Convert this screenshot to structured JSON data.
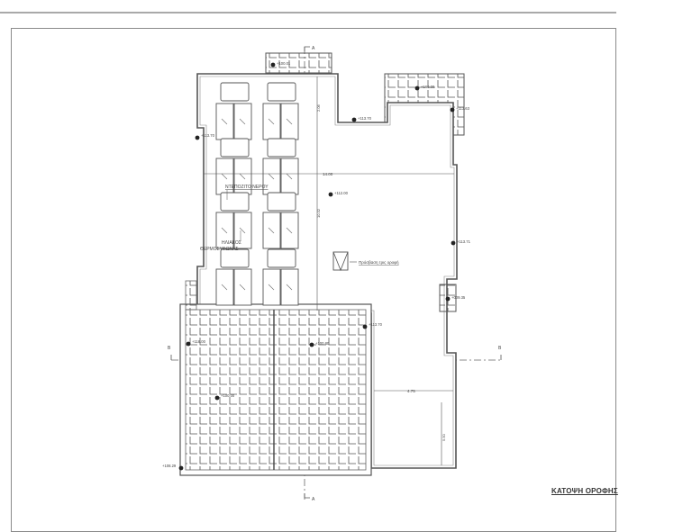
{
  "sheet": {
    "title": "ΚΑΤΟΨΗ ΟΡΟΦΗΣ"
  },
  "section_markers": {
    "a_top": "A",
    "a_bottom": "A",
    "b_left": "B",
    "b_right": "B"
  },
  "labels": {
    "water_tank": "ΝΤΕΠΟΖΙΤΟ ΝΕΡΟΥ",
    "solar_heater_line1": "ΗΛΙΑΚΟΣ",
    "solar_heater_line2": "ΘΕΡΜΟΣΥΦΩΝΑΣ",
    "roof_access": "Πρόσβαση τρις ορoφή"
  },
  "elevations": {
    "top_tile": "+100.01",
    "top_right_tile": "+160.00",
    "top_notch": "+113.70",
    "right_top": "+113.63",
    "left_wall": "+113.70",
    "center": "+112.00",
    "right_mid": "+113.71",
    "right_box": "+009.35",
    "lower_right_corner": "+113.70",
    "left_tile": "+116.00",
    "center_tile": "+100.80",
    "lower_left_tile": "+100.00",
    "bottom_left": "+108.29"
  },
  "dimensions": {
    "horizontal_width": "14.00",
    "vertical_upper": "2.06",
    "vertical_main": "10.32",
    "horizontal_lower": "4.75",
    "vertical_lower": "5.50"
  }
}
